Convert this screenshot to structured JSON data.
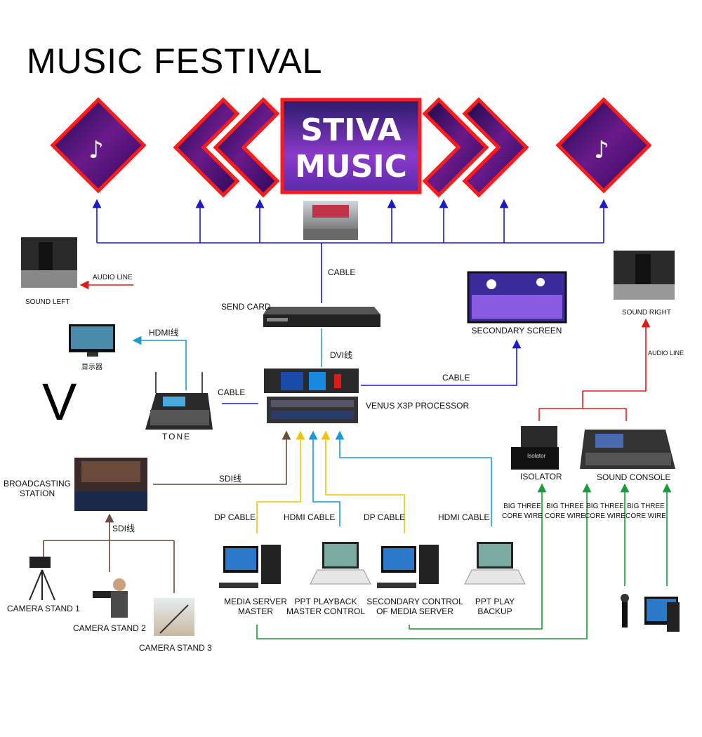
{
  "title": "MUSIC FESTIVAL",
  "screen_text": {
    "line1": "STIVA",
    "line2": "MUSIC"
  },
  "big_letter": "V",
  "labels": {
    "cable_top": "CABLE",
    "send_card": "SEND CARD",
    "dvi": "DVI线",
    "secondary_screen": "SECONDARY SCREEN",
    "cable_secondary": "CABLE",
    "sound_left": "SOUND LEFT",
    "audio_line_left": "AUDIO LINE",
    "sound_right": "SOUND RIGHT",
    "audio_line_right": "AUDIO LINE",
    "hdmi_monitor": "HDMI线",
    "monitor": "显示器",
    "cable_tone": "CABLE",
    "tone": "TONE",
    "processor": "VENUS X3P PROCESSOR",
    "broadcasting_line1": "BROADCASTING",
    "broadcasting_line2": "STATION",
    "sdi_broadcast": "SDI线",
    "sdi_cameras": "SDI线",
    "camera1": "CAMERA STAND 1",
    "camera2": "CAMERA STAND 2",
    "camera3": "CAMERA STAND 3",
    "dp_cable_1": "DP CABLE",
    "hdmi_cable_1": "HDMI CABLE",
    "dp_cable_2": "DP CABLE",
    "hdmi_cable_2": "HDMI CABLE",
    "media_server_line1": "MEDIA SERVER",
    "media_server_line2": "MASTER",
    "ppt_master_line1": "PPT PLAYBACK",
    "ppt_master_line2": "MASTER CONTROL",
    "secondary_control_line1": "SECONDARY CONTROL",
    "secondary_control_line2": "OF MEDIA SERVER",
    "ppt_backup_line1": "PPT PLAY",
    "ppt_backup_line2": "BACKUP",
    "isolator": "ISOLATOR",
    "sound_console": "SOUND CONSOLE",
    "isolator_panel": "Isolator",
    "wire_a1": "BIG THREE",
    "wire_a2": "CORE WIRE",
    "wire_b1": "BIG THREE",
    "wire_b2": "CORE WIRE",
    "wire_c1": "BIG THREE",
    "wire_c2": "CORE WIRE",
    "wire_d1": "BIG THREE",
    "wire_d2": "CORE WIRE"
  },
  "colors": {
    "blue_line": "#1a1acc",
    "cyan_line": "#1a9ad9",
    "yellow_line": "#f5c400",
    "brown_line": "#6b4a3a",
    "red_line": "#e01a1a",
    "green_line": "#1a9a3a",
    "led_border": "#ff1a1a",
    "led_fill": "#3a1a6a"
  }
}
